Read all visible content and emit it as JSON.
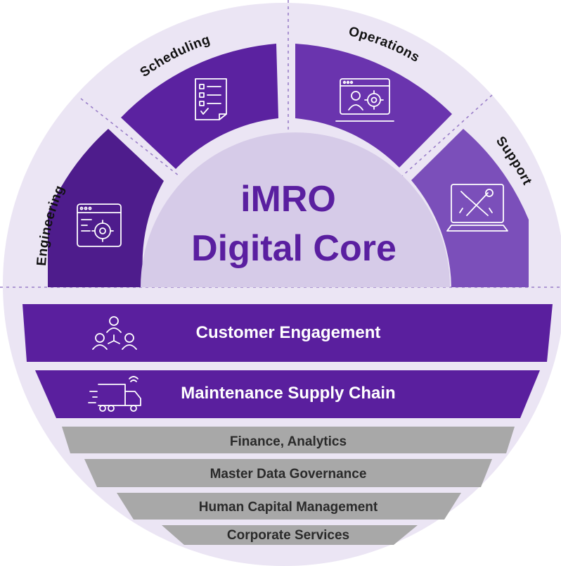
{
  "diagram": {
    "segments": [
      {
        "label": "Engineering",
        "icon": "engineering-window-gear-icon",
        "color": "#4e1c8c"
      },
      {
        "label": "Scheduling",
        "icon": "checklist-document-icon",
        "color": "#5b22a0"
      },
      {
        "label": "Operations",
        "icon": "monitor-user-gear-icon",
        "color": "#6a34ae"
      },
      {
        "label": "Support",
        "icon": "laptop-tools-icon",
        "color": "#7b4fba"
      }
    ],
    "core": {
      "line1": "iMRO",
      "line2": "Digital Core"
    },
    "bands": [
      {
        "label": "Customer Engagement",
        "icon": "user-network-icon"
      },
      {
        "label": "Maintenance Supply Chain",
        "icon": "delivery-truck-icon"
      }
    ],
    "layers": [
      {
        "label": "Finance, Analytics"
      },
      {
        "label": "Master Data Governance"
      },
      {
        "label": "Human Capital Management"
      },
      {
        "label": "Corporate Services"
      }
    ],
    "colors": {
      "ring": "#ebe5f4",
      "core": "#d6cbe8",
      "band": "#5a1f9e",
      "layer": "#a8a8a8",
      "title": "#5a1fa0"
    }
  }
}
